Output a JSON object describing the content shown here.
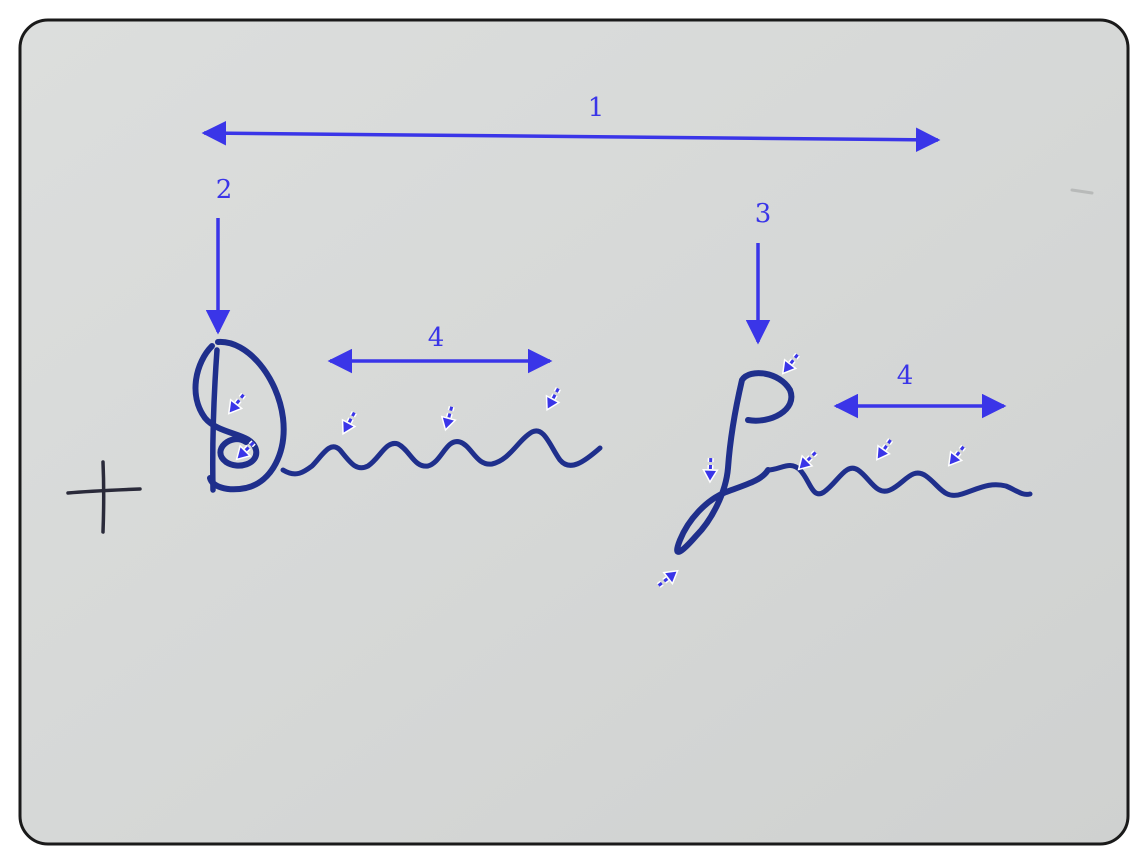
{
  "colors": {
    "paper": "#d7d9d8",
    "frame": "#1a1a1a",
    "annotation": "#3a35e8",
    "ink": "#1f2f8c",
    "pencil": "#2a2a3a",
    "dashed_arrow_fill": "#3a35e8",
    "dashed_arrow_outline": "#ffffff"
  },
  "icons": {
    "cross_mark": "pencil-cross-icon",
    "dashed_arrow": "dashed-arrow-icon"
  },
  "annotations": {
    "label_1": "1",
    "label_2": "2",
    "label_3": "3",
    "label_4_left": "4",
    "label_4_right": "4"
  }
}
